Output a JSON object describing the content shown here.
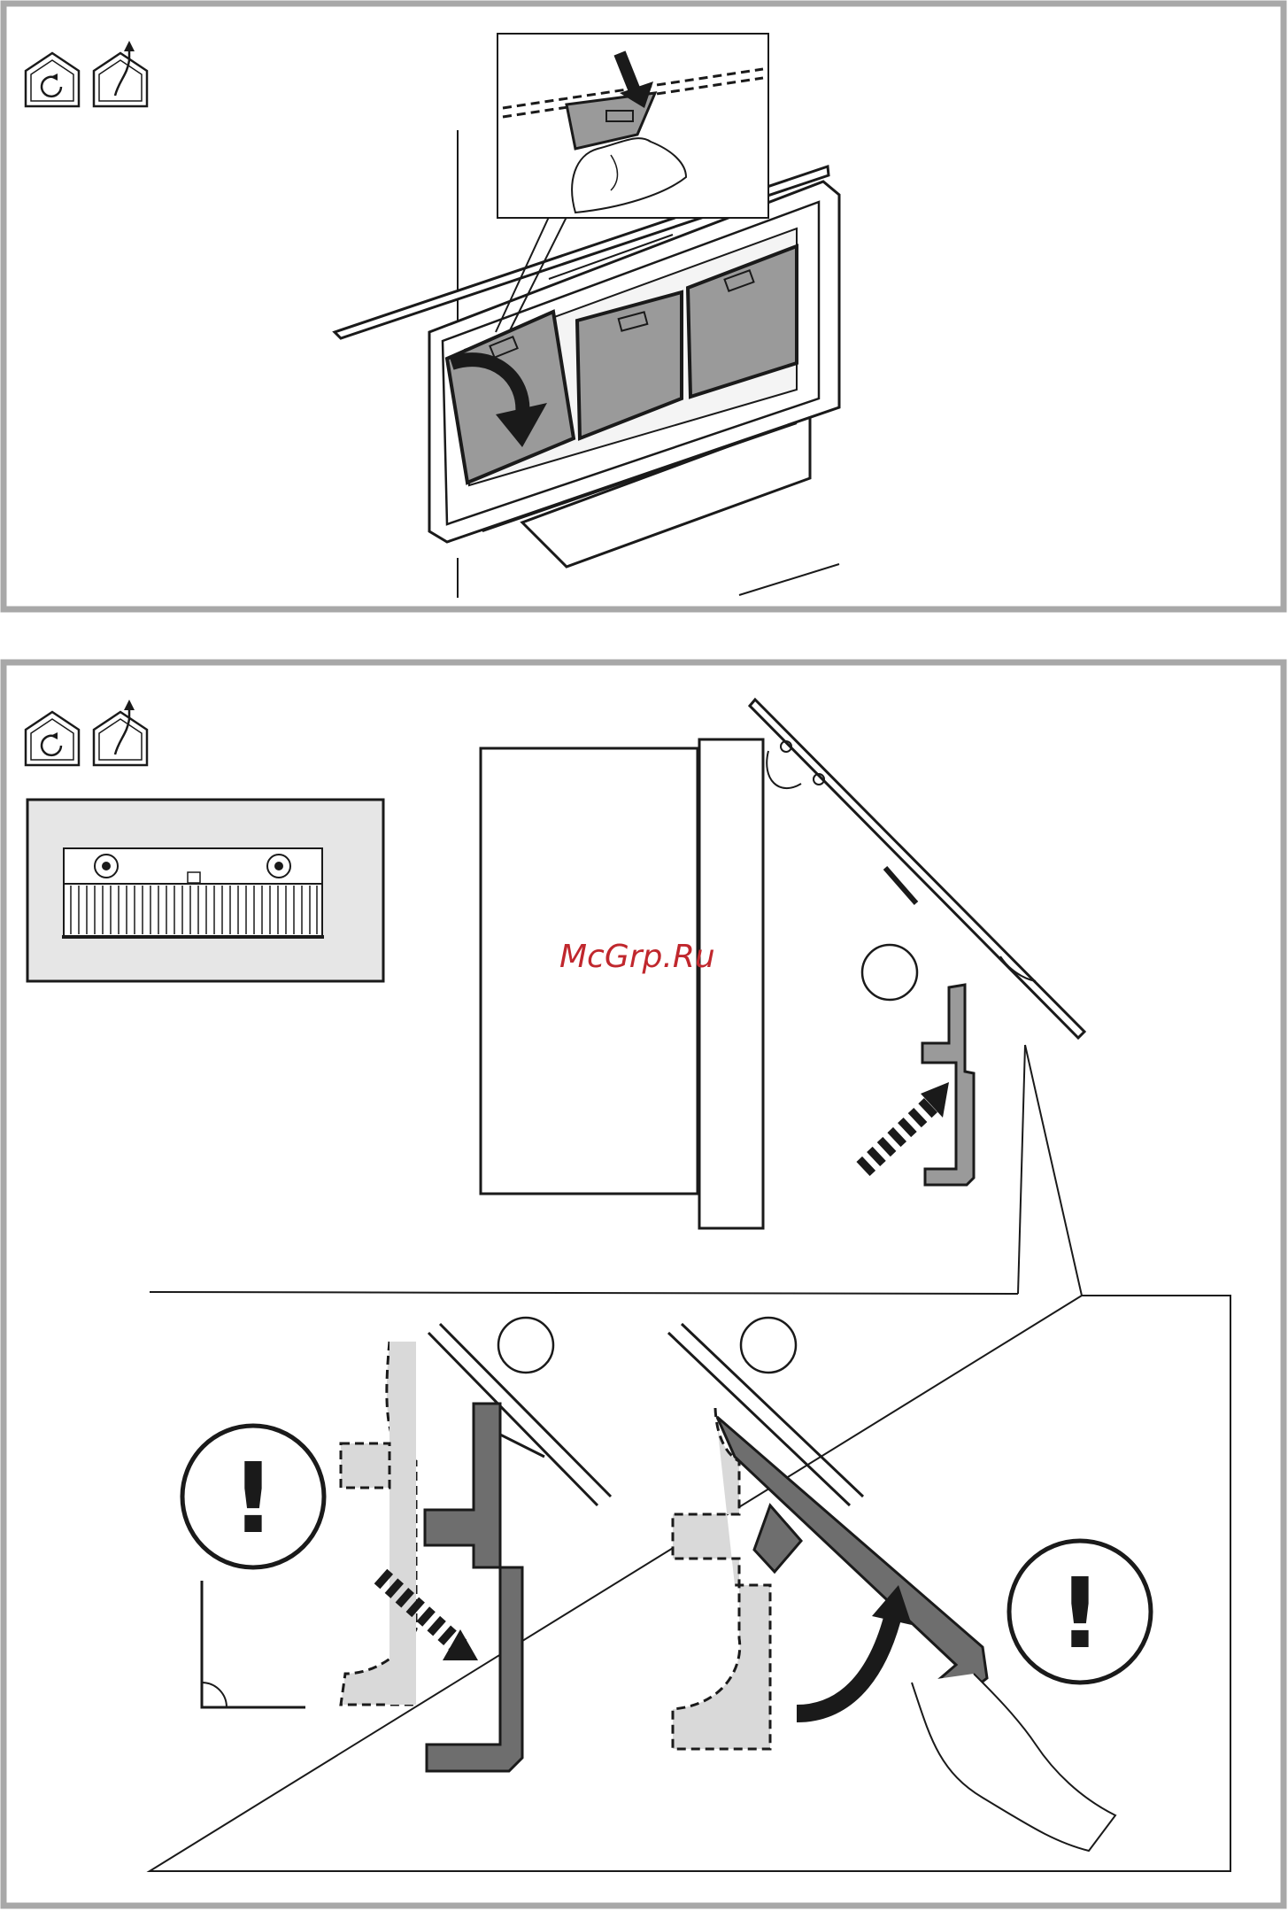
{
  "watermark": {
    "text": "McGrp.Ru",
    "color": "#c0272d"
  },
  "colors": {
    "frame": "#a8a8a8",
    "line": "#1a1a1a",
    "filter": "#9a9a9a",
    "filter_dark": "#6e6e6e",
    "ghost": "#d9d9d9",
    "inset_bg": "#e6e6e6"
  },
  "panels": [
    {
      "name": "filter-removal-panel",
      "icons": [
        "recirculation-mode-icon",
        "extraction-mode-icon"
      ]
    },
    {
      "name": "charcoal-filter-install-panel",
      "icons": [
        "recirculation-mode-icon",
        "extraction-mode-icon"
      ]
    }
  ],
  "warnings": {
    "symbol": "!"
  }
}
